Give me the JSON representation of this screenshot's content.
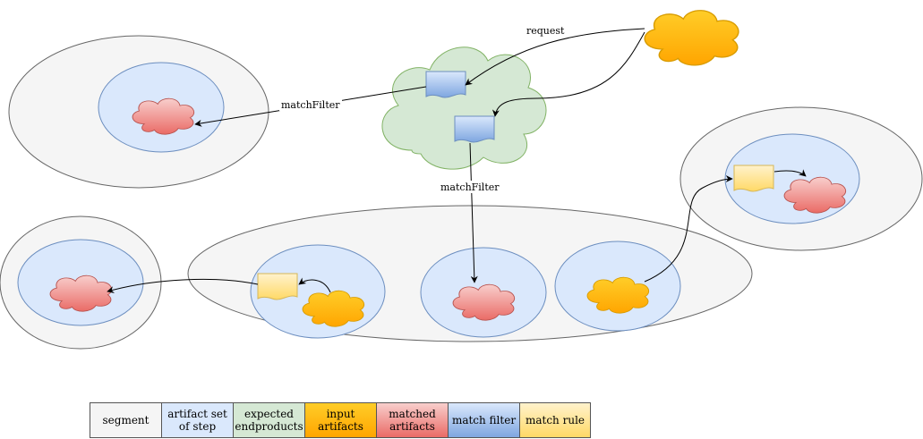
{
  "edge_labels": {
    "request": "request",
    "match_filter_top": "matchFilter",
    "match_filter_mid": "matchFilter"
  },
  "legend": [
    {
      "key": "segment",
      "label": "segment",
      "fill": "#f5f5f5",
      "fill2": "#f5f5f5"
    },
    {
      "key": "artifact-set",
      "label": "artifact set\nof step",
      "fill": "#dae8fc",
      "fill2": "#dae8fc"
    },
    {
      "key": "expected-endproducts",
      "label": "expected\nendproducts",
      "fill": "#d5e8d4",
      "fill2": "#d5e8d4"
    },
    {
      "key": "input-artifacts",
      "label": "input\nartifacts",
      "fill": "#ffcd28",
      "fill2": "#ffa500"
    },
    {
      "key": "matched-artifacts",
      "label": "matched\nartifacts",
      "fill": "#f8cecc",
      "fill2": "#ea6b66"
    },
    {
      "key": "match-filter",
      "label": "match filter",
      "fill": "#dae8fc",
      "fill2": "#7ea6e0"
    },
    {
      "key": "match-rule",
      "label": "match rule",
      "fill": "#fff2cc",
      "fill2": "#ffd966"
    }
  ],
  "colors": {
    "segment_fill": "#f5f5f5",
    "segment_stroke": "#666666",
    "artifact_set_fill": "#dae8fc",
    "artifact_set_stroke": "#6c8ebf",
    "endproducts_fill": "#d5e8d4",
    "endproducts_stroke": "#82b366"
  }
}
